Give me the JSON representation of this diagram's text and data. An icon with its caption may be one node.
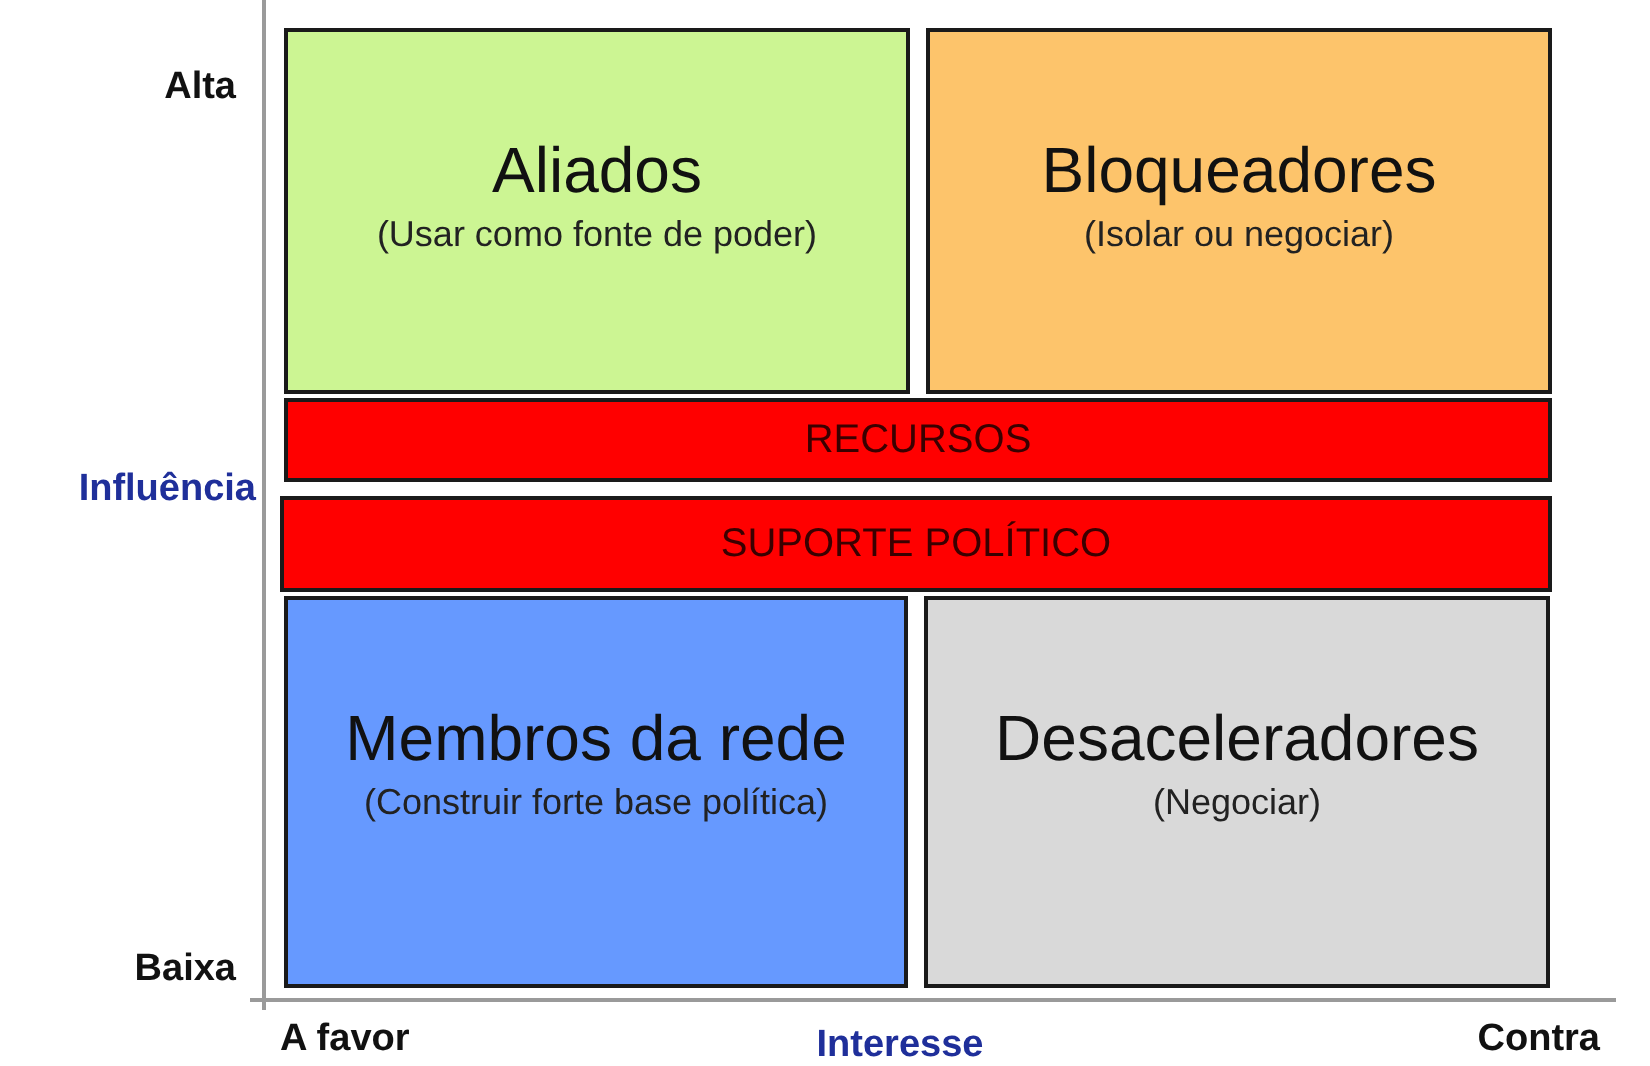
{
  "diagram": {
    "nodes": [
      {
        "text": [
          "Aliados",
          "(Usar como fonte de poder)"
        ]
      },
      {
        "text": [
          "Bloqueadores",
          "(Isolar ou negociar)"
        ]
      },
      {
        "text": [
          "RECURSOS"
        ]
      },
      {
        "text": [
          "SUPORTE POLÍTICO"
        ]
      },
      {
        "text": [
          "Membros da rede",
          "(Construir forte base política)"
        ]
      },
      {
        "text": [
          "Desaceleradores",
          "(Negociar)"
        ]
      }
    ],
    "labels": [
      "Alta",
      "Influência",
      "Baixa",
      "A favor",
      "Interesse",
      "Contra"
    ]
  }
}
